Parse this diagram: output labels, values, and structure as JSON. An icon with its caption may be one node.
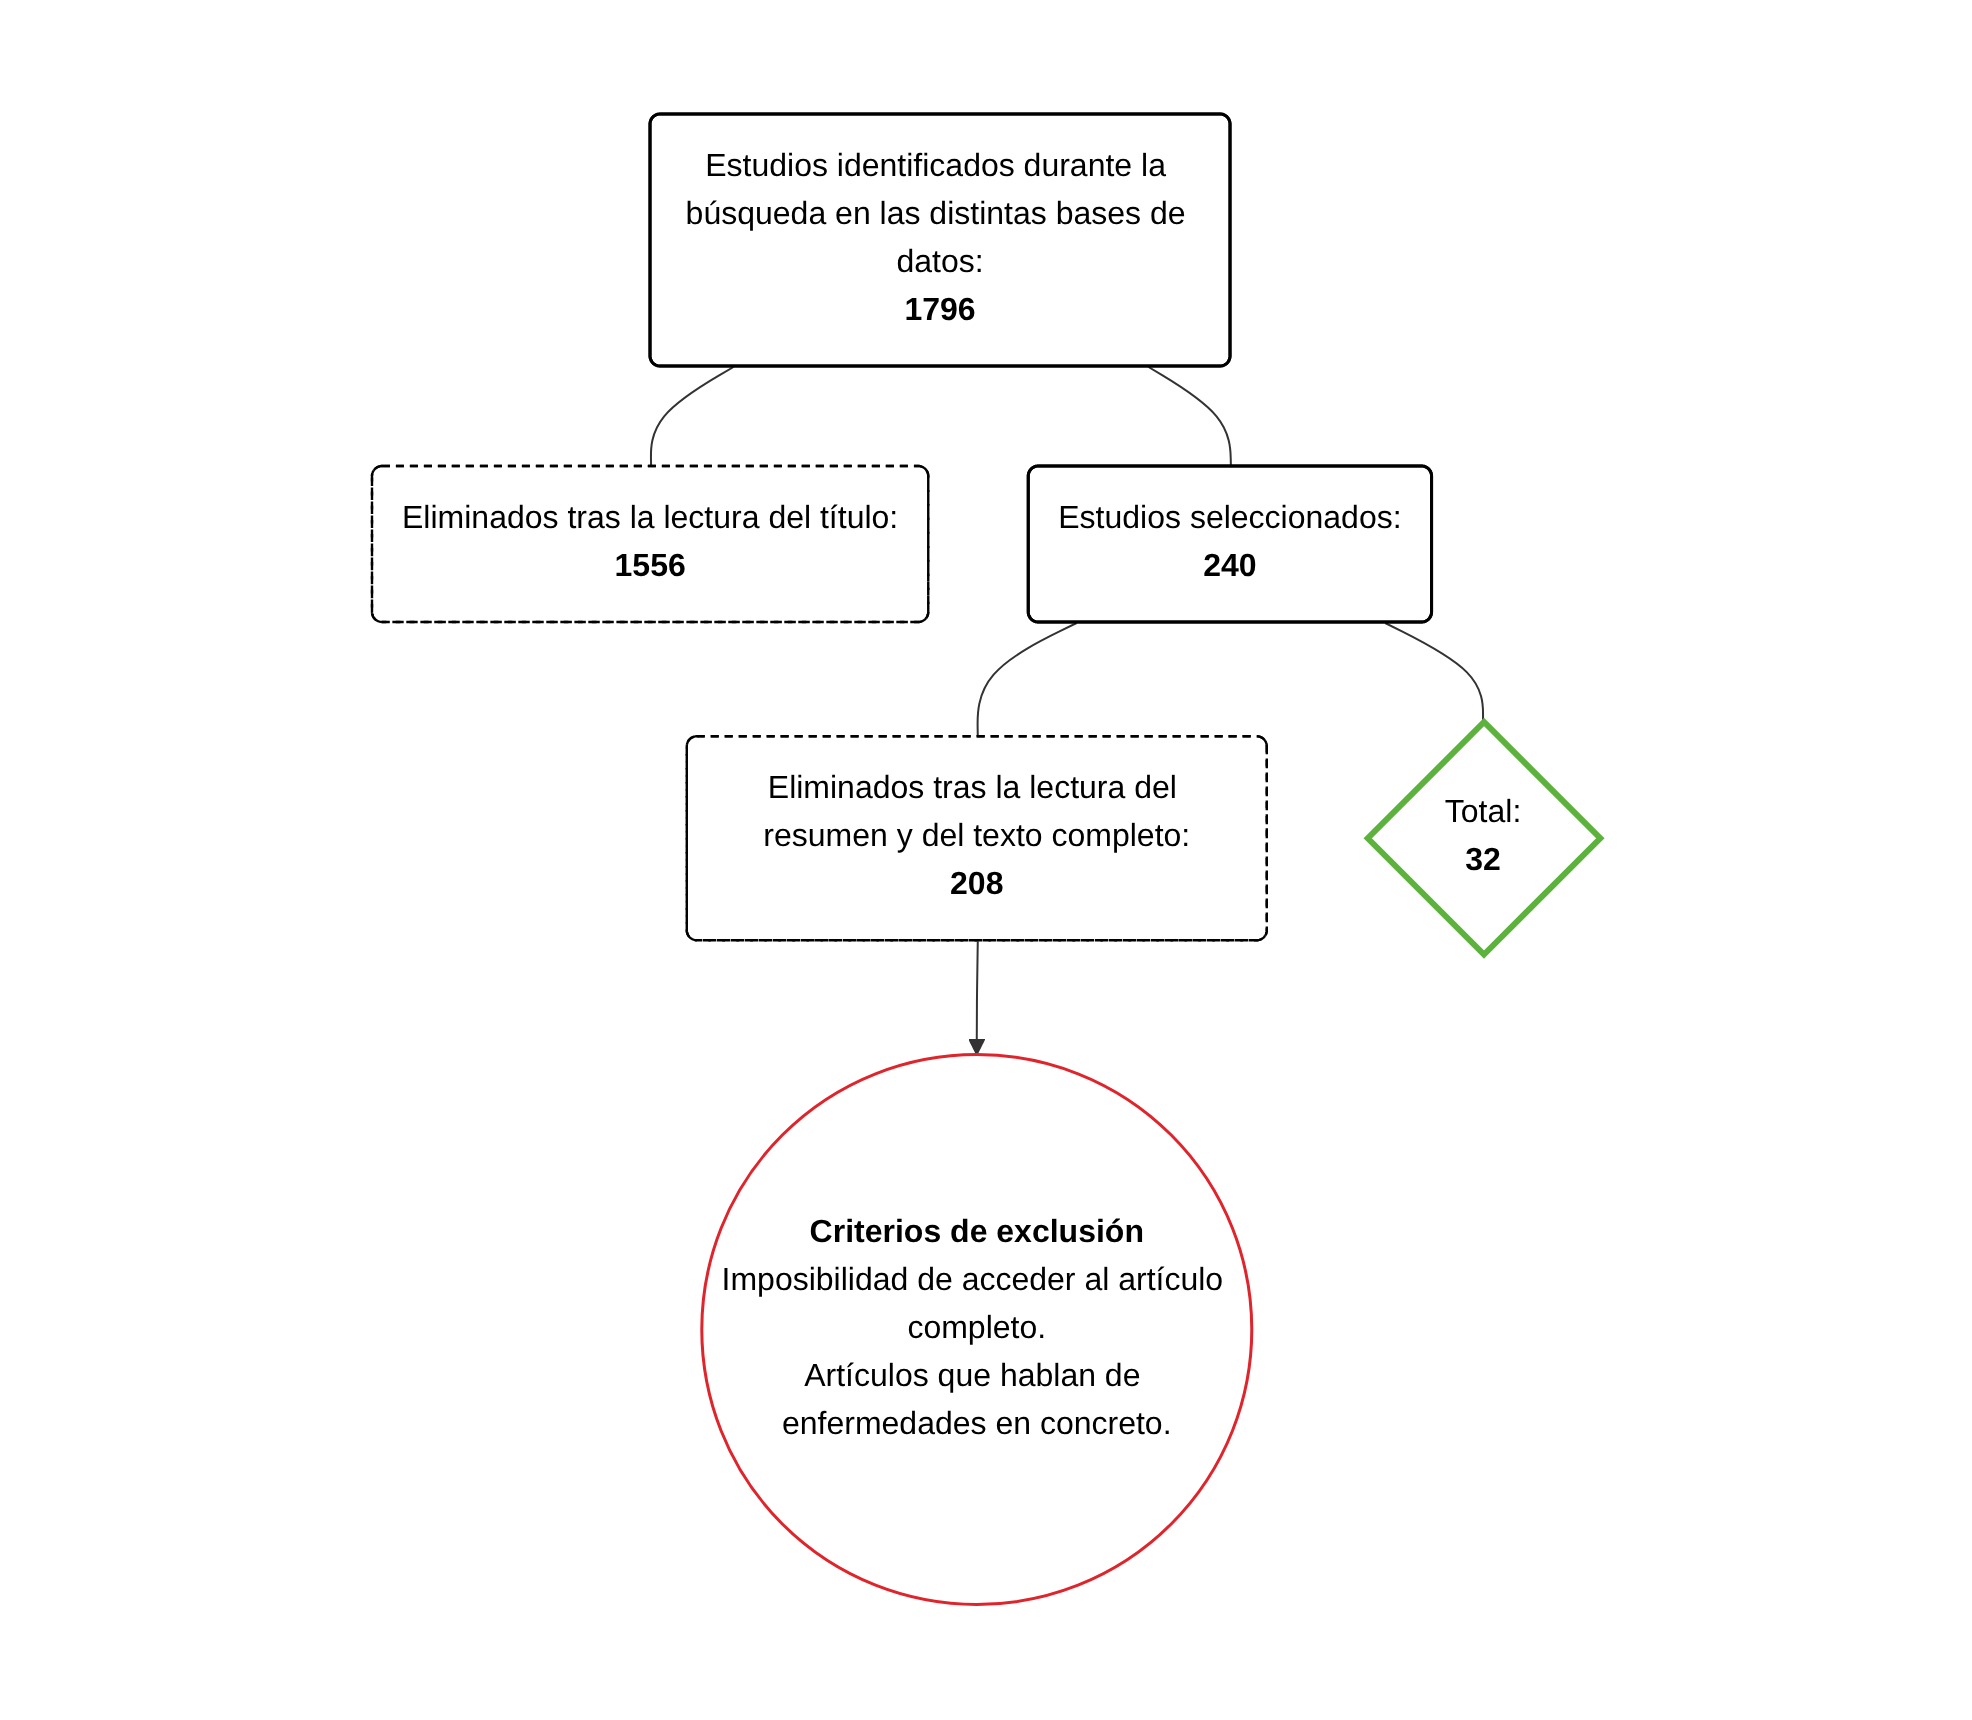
{
  "diagram": {
    "nodes": [
      {
        "text": [
          "Estudios identificados durante la búsqueda en las distintas bases de datos:",
          "1796"
        ]
      },
      {
        "text": [
          "Eliminados tras la lectura del título:",
          "1556"
        ]
      },
      {
        "text": [
          "Estudios seleccionados:",
          "240"
        ]
      },
      {
        "text": [
          "Eliminados tras la lectura del resumen y del texto completo:",
          "208"
        ]
      },
      {
        "text": [
          "Total:",
          "32"
        ]
      },
      {
        "text": [
          "Criterios de exclusión",
          "Imposibilidad de acceder al artículo completo.",
          "Artículos que hablan de enfermedades en concreto."
        ]
      }
    ],
    "edges": [
      {
        "from": 0,
        "to": 2,
        "arrow": "none"
      },
      {
        "from": 0,
        "to": 1,
        "arrow": "none"
      },
      {
        "from": 2,
        "to": 4,
        "arrow": "none"
      },
      {
        "from": 2,
        "to": 3,
        "arrow": "none"
      },
      {
        "from": 3,
        "to": 5,
        "arrow": "to"
      }
    ]
  }
}
